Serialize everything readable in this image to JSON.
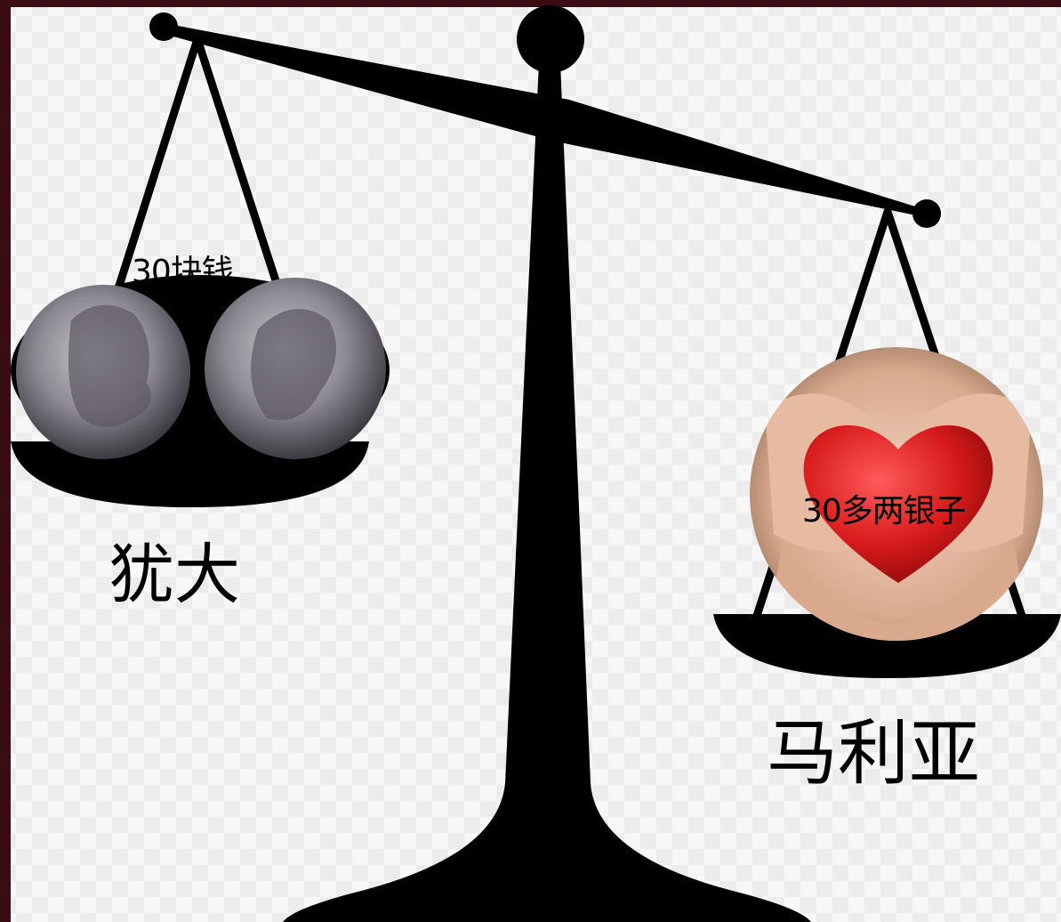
{
  "scale": {
    "left_pan": {
      "amount_label": "30块钱",
      "name": "犹大",
      "image": "ancient-silver-coins"
    },
    "right_pan": {
      "amount_label": "30多两银子",
      "name": "马利亚",
      "image": "red-heart-in-hands"
    }
  },
  "colors": {
    "background": "#3a0d12",
    "checker_light": "#f7f7f7",
    "checker_dark": "#ececec",
    "scale": "#000000",
    "heart": "#d61a1a",
    "coin": "#8e8a93"
  }
}
